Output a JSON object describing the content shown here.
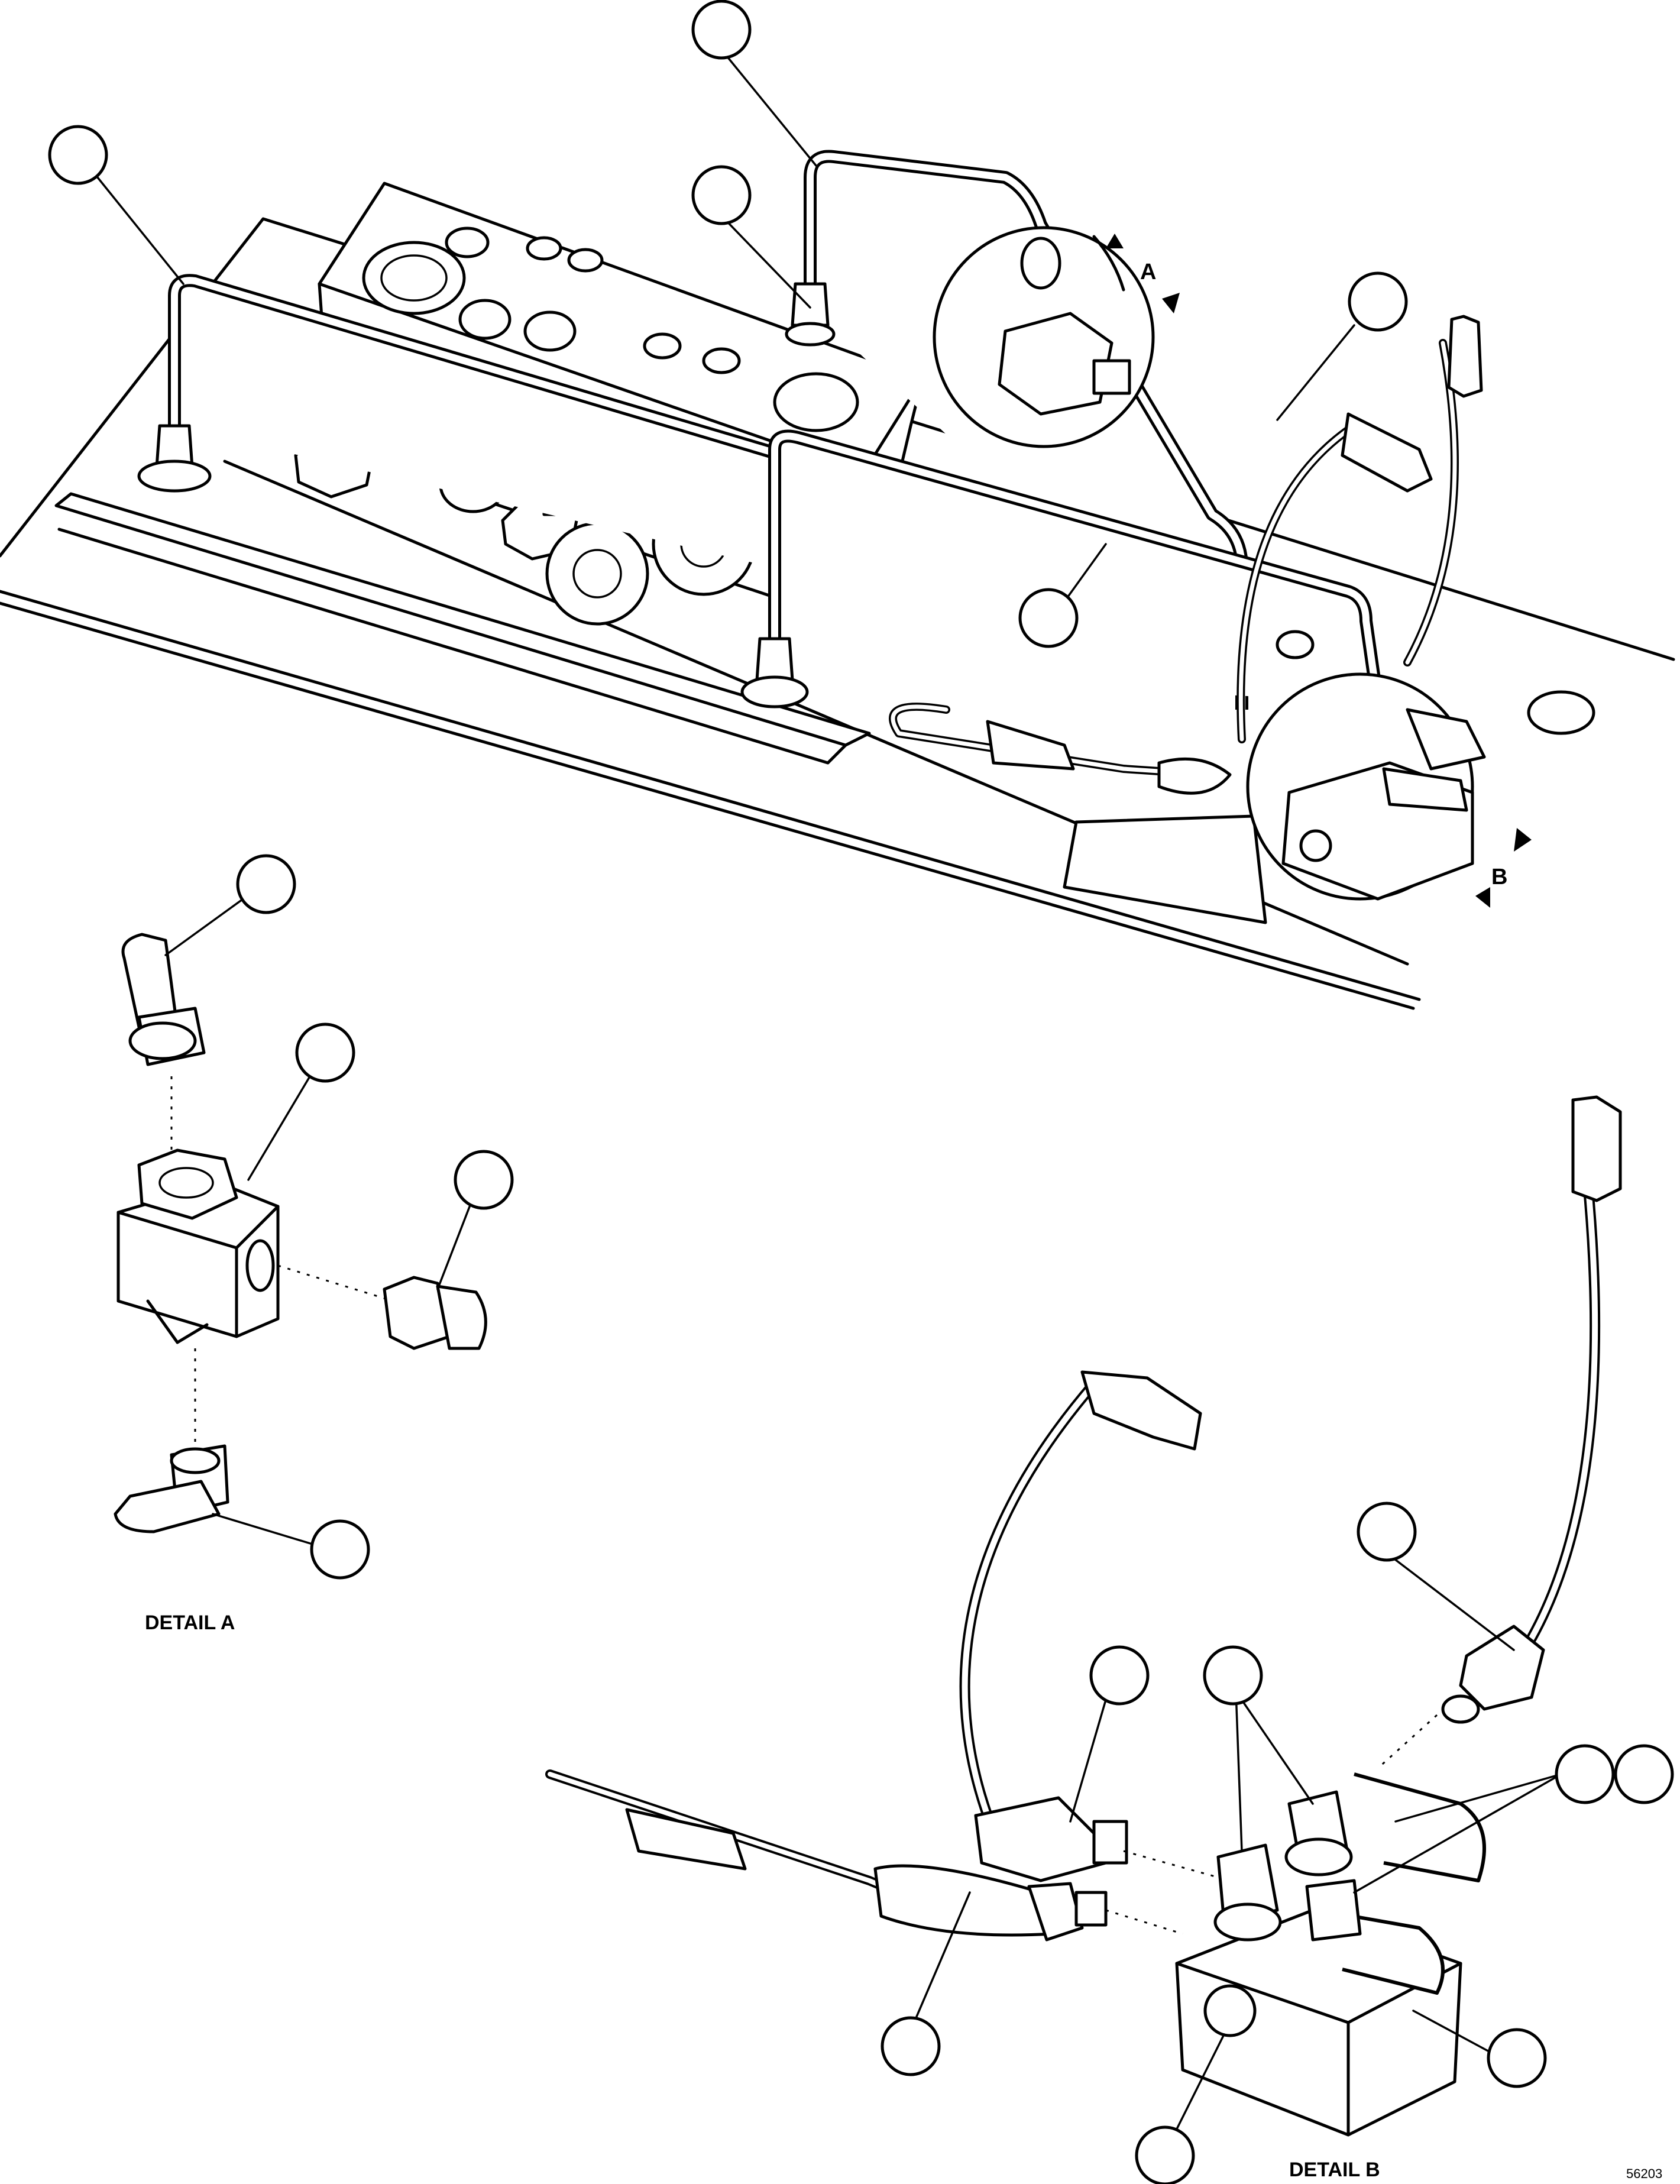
{
  "views": {
    "detail_a_callout": "A",
    "detail_b_callout": "B",
    "detail_a_caption": "DETAIL A",
    "detail_b_caption": "DETAIL B"
  },
  "figure_number": "56203",
  "balloon_count": 18
}
